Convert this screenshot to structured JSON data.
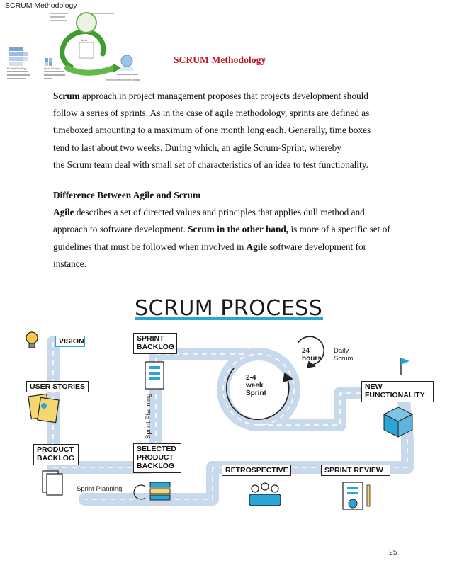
{
  "thumbnail": {
    "title": "SCRUM Methodology",
    "tiny_labels": [
      "Product Backlog",
      "Sprint Backlog",
      "Sprint",
      "Working increment of the software"
    ]
  },
  "heading": "SCRUM Methodology",
  "paragraph1": {
    "lines": [
      {
        "bold": "Scrum",
        "rest": " approach in project management proposes that projects development should"
      },
      {
        "bold": "",
        "rest": "follow a series of sprints.  As in the case of agile methodology, sprints are defined as"
      },
      {
        "bold": "",
        "rest": "timeboxed amounting to a maximum of one month long each. Generally, time boxes"
      },
      {
        "bold": "",
        "rest": "tend to last about two weeks. During which, an agile Scrum-Sprint, whereby"
      },
      {
        "bold": "",
        "rest": "the Scrum team deal with small set of characteristics of an idea to test functionality."
      }
    ]
  },
  "paragraph2": {
    "subheading": "Difference Between Agile and Scrum",
    "line1_bold": "Agile",
    "line1_rest": " describes a set of directed values and principles that applies dull method and",
    "line2_a": "approach to software development. ",
    "line2_bold": "Scrum in the other hand,",
    "line2_b": " is more of a specific set of",
    "line3_a": "guidelines that must be followed when involved in ",
    "line3_bold": "Agile",
    "line3_b": " software development for",
    "line4": "instance."
  },
  "diagram": {
    "title": "SCRUM PROCESS",
    "vision": "VISION",
    "user_stories": "USER STORIES",
    "product_backlog": [
      "PRODUCT",
      "BACKLOG"
    ],
    "sprint_planning_bottom": "Sprint Planning",
    "sprint_planning_vertical": "Sprint Planning",
    "sprint_backlog": [
      "SPRINT",
      "BACKLOG"
    ],
    "selected_product_backlog": [
      "SELECTED",
      "PRODUCT",
      "BACKLOG"
    ],
    "sprint_length": [
      "2-4",
      "week",
      "Sprint"
    ],
    "hours": [
      "24",
      "hours"
    ],
    "daily_scrum": [
      "Daily",
      "Scrum"
    ],
    "new_functionality": [
      "NEW",
      "FUNCTIONALITY"
    ],
    "retrospective": "RETROSPECTIVE",
    "sprint_review": "SPRINT REVIEW",
    "accent_color": "#2aa6d6",
    "road_color": "#c9d9ec"
  },
  "page_number": "25"
}
